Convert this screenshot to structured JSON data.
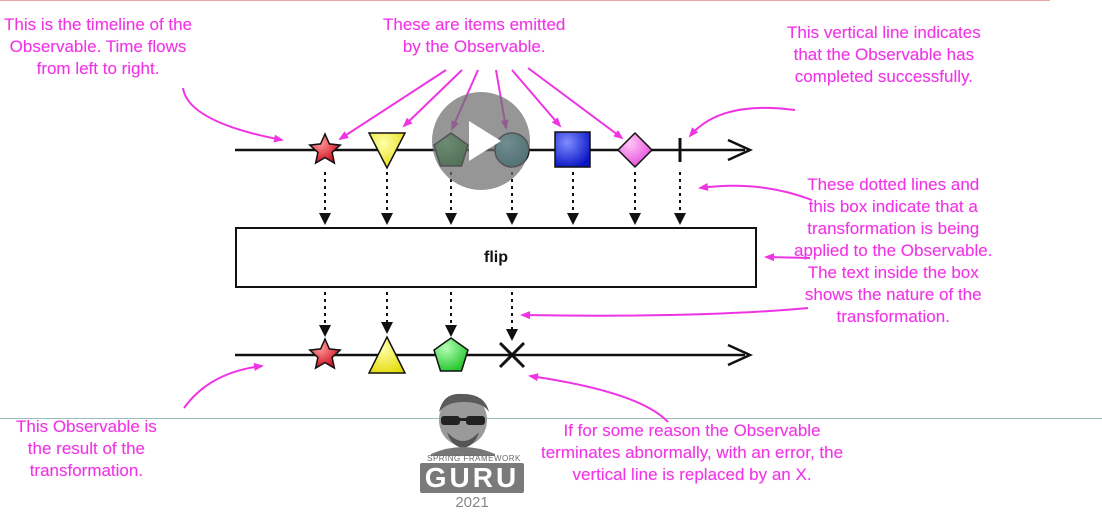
{
  "notes": {
    "timeline": "This is the timeline of the\nObservable. Time flows\nfrom left to right.",
    "items": "These are items emitted\nby the Observable.",
    "completed": "This vertical line indicates\nthat the Observable has\ncompleted successfully.",
    "transformation": "These dotted lines and\nthis box indicate that a\ntransformation is being\napplied to the Observable.\nThe text inside the box\nshows the nature of the\ntransformation.",
    "result": "This Observable is\nthe result of the\ntransformation.",
    "error": "If for some reason the Observable\nterminates abnormally, with an error, the\nvertical line is replaced by an X."
  },
  "operator_label": "flip",
  "logo": {
    "caption": "SPRING FRAMEWORK",
    "word": "GURU",
    "year": "2021"
  },
  "colors": {
    "annotation": "#ef34e4",
    "star": "#e0212b",
    "triangle": "#f2ee1b",
    "pentagon": "#1d9e2f",
    "circle": "#1f9fa8",
    "square": "#1f2fe0",
    "diamond": "#f56de7"
  },
  "input_items": [
    "star-marble",
    "triangle-marble",
    "pentagon-marble",
    "circle-marble",
    "square-marble",
    "diamond-marble"
  ],
  "output_items": [
    "star-marble",
    "triangle-marble",
    "pentagon-marble",
    "error-x"
  ]
}
